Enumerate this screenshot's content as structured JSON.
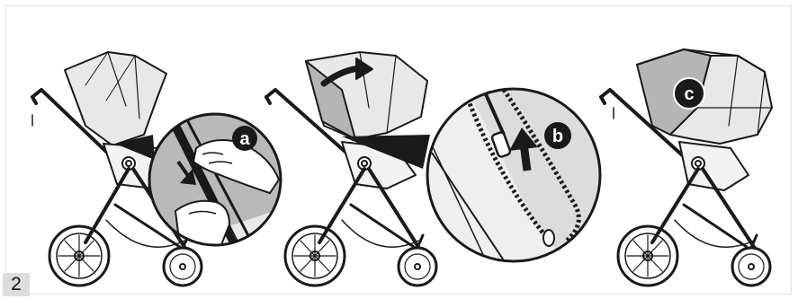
{
  "step": {
    "number": "2"
  },
  "markers": {
    "a": "a",
    "b": "b",
    "c": "c"
  },
  "colors": {
    "outline": "#1a1a1a",
    "fabric_grey": "#b5b5b5",
    "light_grey": "#e6e6e6",
    "marker_fill": "#1a1a1a"
  },
  "icons": [
    "stroller-icon",
    "hand-icon",
    "zipper-icon",
    "arrow-icon"
  ]
}
